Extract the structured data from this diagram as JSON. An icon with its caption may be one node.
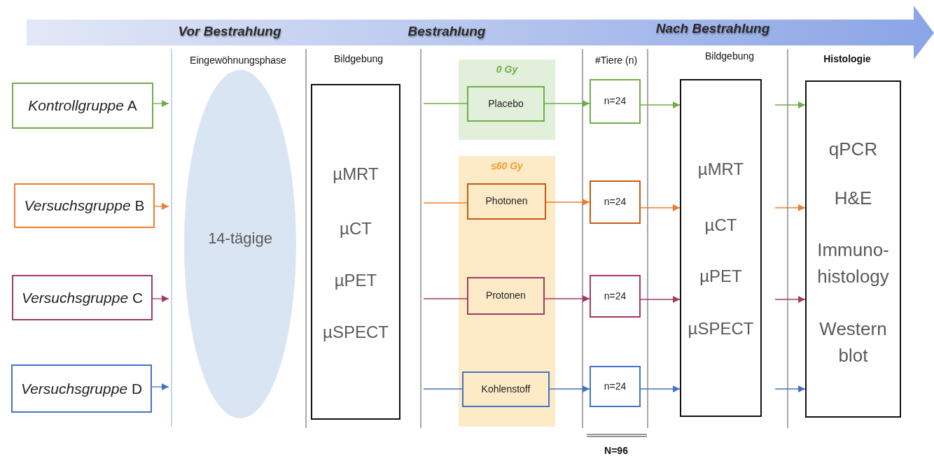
{
  "diagram": {
    "nodes": [
      {
        "text": [
          "Vor Bestrahlung",
          "Bestrahlung",
          "Nach Bestrahlung"
        ]
      },
      {
        "text": [
          "*Kontrollgruppe* A"
        ]
      },
      {
        "text": [
          "*Versuchsgruppe* B"
        ]
      },
      {
        "text": [
          "*Versuchsgruppe* C"
        ]
      },
      {
        "text": [
          "*Versuchsgruppe* D"
        ]
      },
      {
        "text": [
          "14-tägige"
        ]
      },
      {
        "text": [
          "µMRT",
          "µCT",
          "µPET",
          "µSPECT"
        ]
      },
      {
        "text": [
          "0 Gy"
        ]
      },
      {
        "text": [
          "Placebo"
        ],
        "in": 7
      },
      {
        "text": [
          "≤60 Gy"
        ]
      },
      {
        "text": [
          "Photonen"
        ],
        "in": 9
      },
      {
        "text": [
          "Protonen"
        ],
        "in": 9
      },
      {
        "text": [
          "Kohlenstoff"
        ],
        "in": 9
      },
      {
        "text": [
          "n=24"
        ]
      },
      {
        "text": [
          "n=24"
        ]
      },
      {
        "text": [
          "n=24"
        ]
      },
      {
        "text": [
          "n=24"
        ]
      },
      {
        "text": [
          "µMRT",
          "µCT",
          "µPET",
          "µSPECT"
        ]
      },
      {
        "text": [
          "qPCR",
          "H&E",
          "Immuno- histology",
          "Western blot"
        ]
      }
    ],
    "edges": [
      {
        "from": 1,
        "to": null,
        "arrow": "to",
        "color": "#70ad47"
      },
      {
        "from": 2,
        "to": null,
        "arrow": "to",
        "color": "#ed7d31"
      },
      {
        "from": 3,
        "to": null,
        "arrow": "to",
        "color": "#9e3a64"
      },
      {
        "from": 4,
        "to": null,
        "arrow": "to",
        "color": "#4472c4"
      },
      {
        "from": null,
        "to": 8,
        "arrow": "none",
        "color": "#70ad47"
      },
      {
        "from": null,
        "to": 10,
        "arrow": "none",
        "color": "#ed7d31"
      },
      {
        "from": null,
        "to": 11,
        "arrow": "none",
        "color": "#9e3a64"
      },
      {
        "from": null,
        "to": 12,
        "arrow": "none",
        "color": "#4472c4"
      },
      {
        "from": 8,
        "to": 13,
        "arrow": "to",
        "color": "#70ad47"
      },
      {
        "from": 10,
        "to": 14,
        "arrow": "to",
        "color": "#ed7d31"
      },
      {
        "from": 11,
        "to": 15,
        "arrow": "to",
        "color": "#9e3a64"
      },
      {
        "from": 12,
        "to": 16,
        "arrow": "to",
        "color": "#4472c4"
      },
      {
        "from": 13,
        "to": 17,
        "arrow": "to",
        "color": "#70ad47"
      },
      {
        "from": 14,
        "to": 17,
        "arrow": "to",
        "color": "#ed7d31"
      },
      {
        "from": 15,
        "to": 17,
        "arrow": "to",
        "color": "#9e3a64"
      },
      {
        "from": 16,
        "to": 17,
        "arrow": "to",
        "color": "#4472c4"
      },
      {
        "from": null,
        "to": 18,
        "arrow": "to",
        "color": "#70ad47"
      },
      {
        "from": null,
        "to": 18,
        "arrow": "to",
        "color": "#ed7d31"
      },
      {
        "from": null,
        "to": 18,
        "arrow": "to",
        "color": "#9e3a64"
      },
      {
        "from": null,
        "to": 18,
        "arrow": "to",
        "color": "#4472c4"
      }
    ],
    "labels": [
      "Eingewöhnungsphase",
      "Bildgebung",
      "#Tiere (n)",
      "Bildgebung",
      "Histologie",
      "N=96"
    ]
  }
}
